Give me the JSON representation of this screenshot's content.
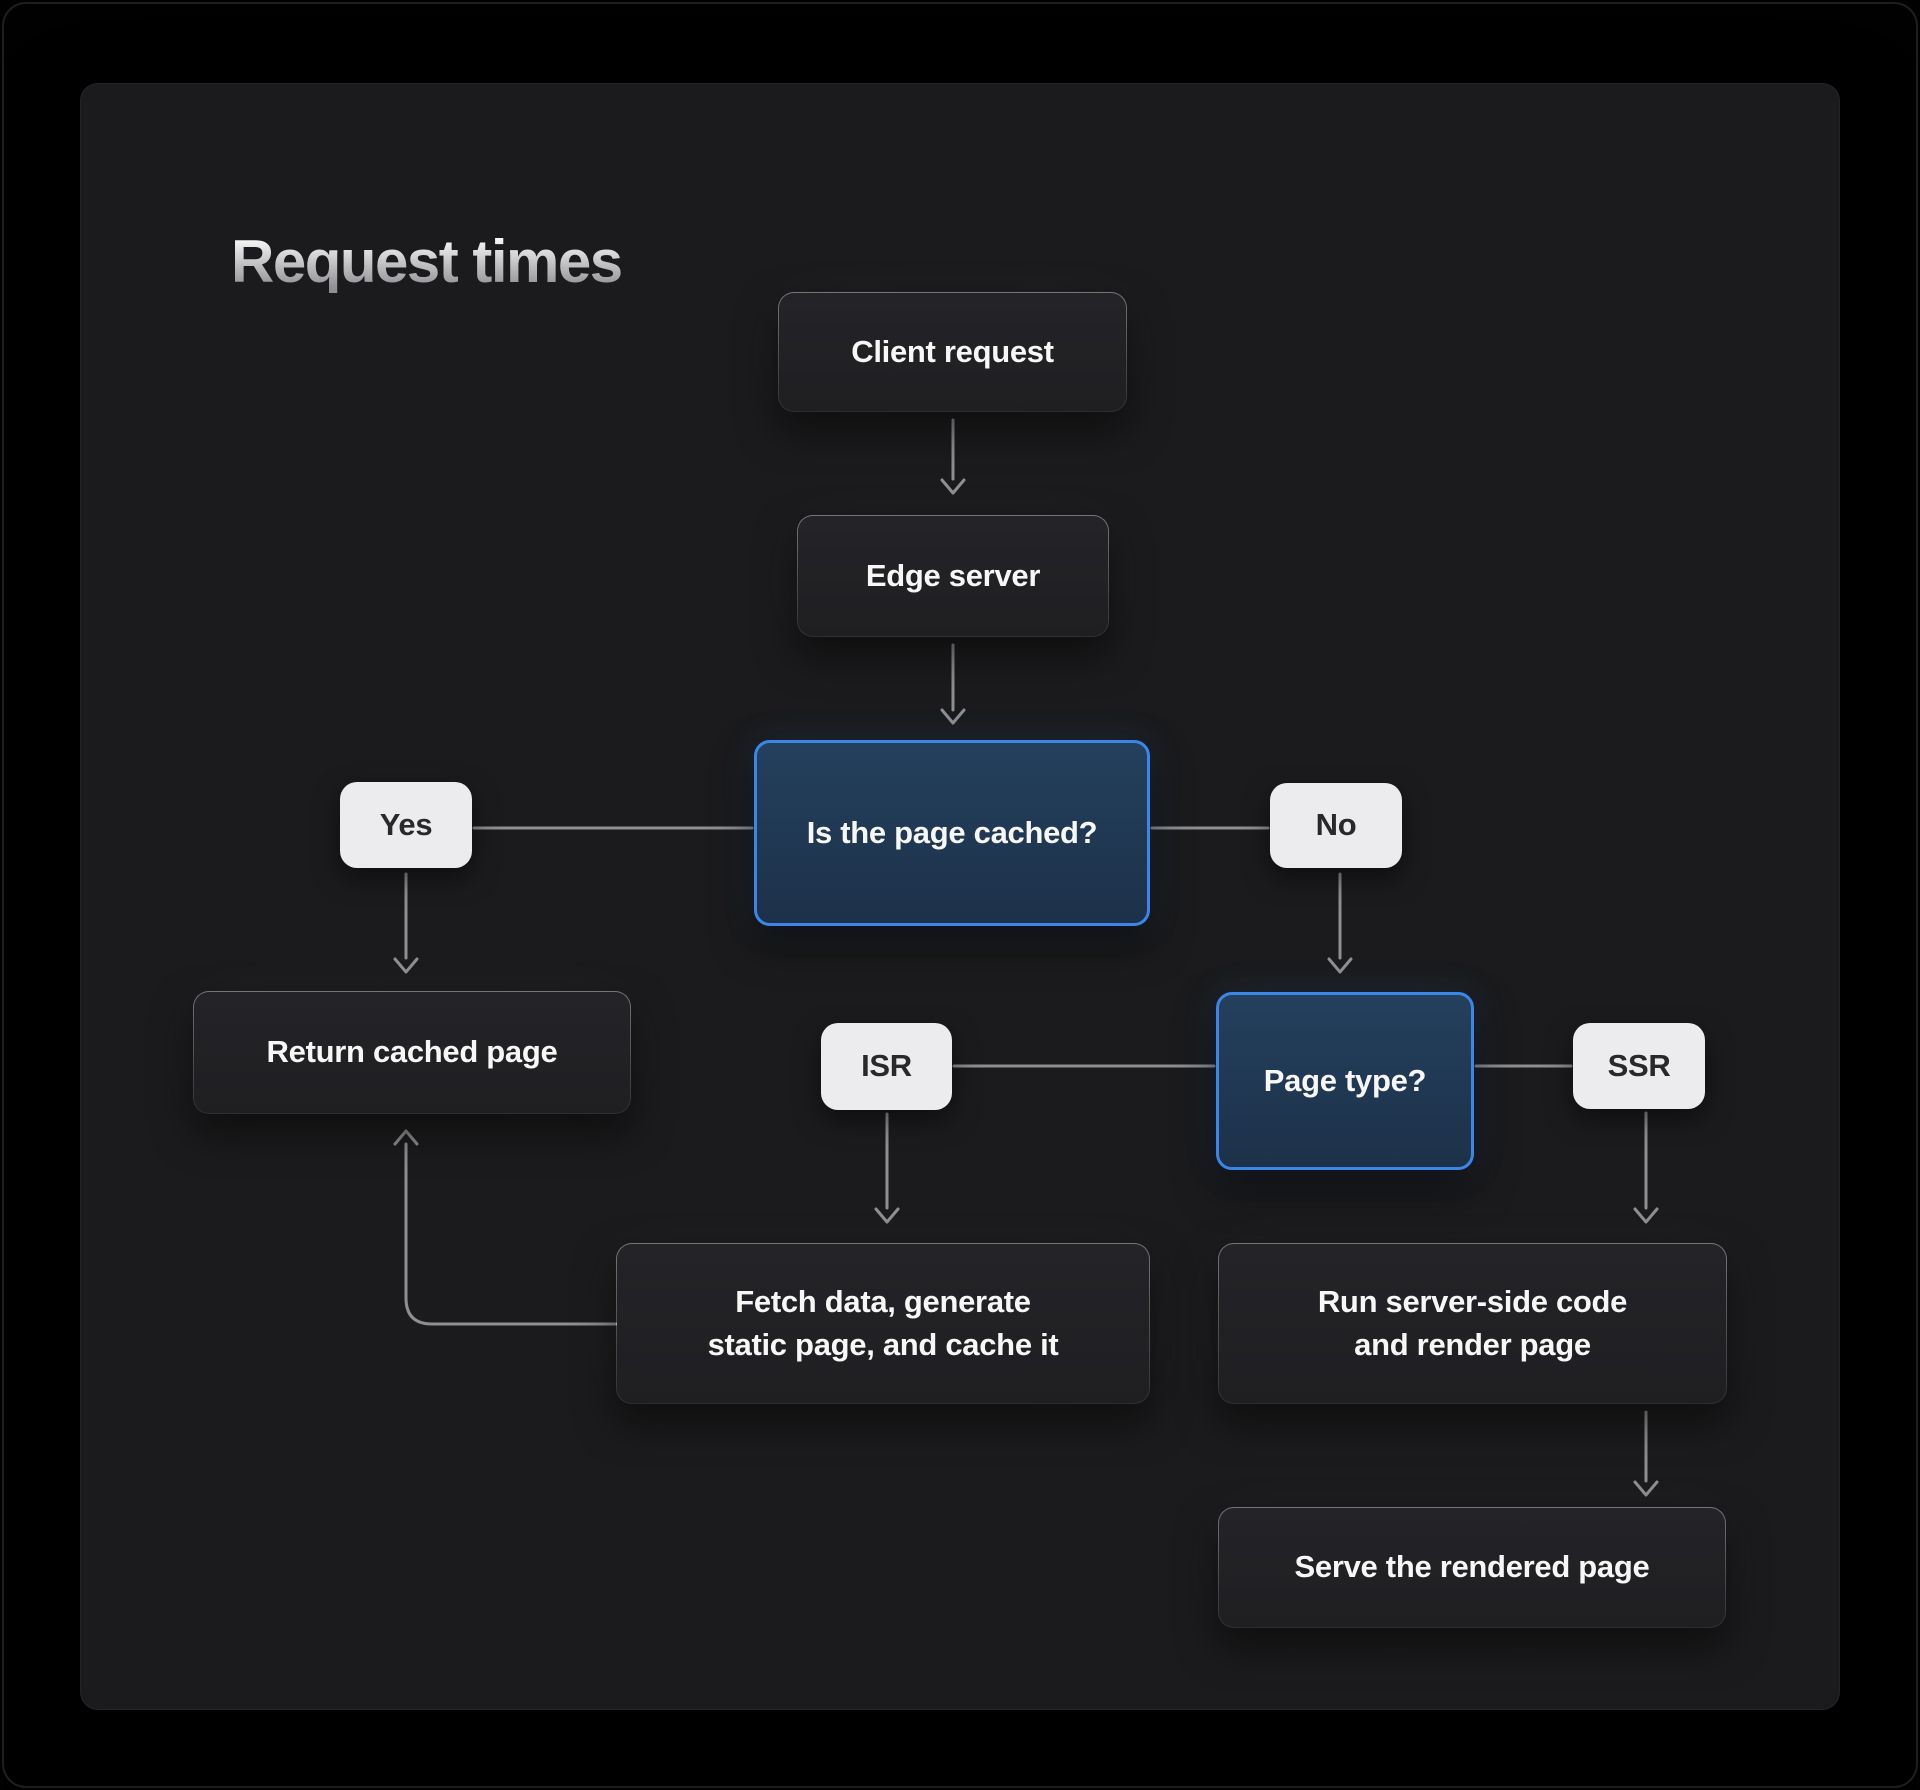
{
  "title": "Request times",
  "colors": {
    "background": "#000000",
    "panel": "#1b1b1d",
    "node_fill": "#212124",
    "node_text": "#f7f7f8",
    "accent_blue_border": "#3c86e8",
    "blue_node_fill": "#1f3550",
    "label_fill": "#ececee",
    "label_text": "#29292c",
    "connector": "#8f8f93"
  },
  "nodes": {
    "client": {
      "label": "Client request"
    },
    "edge": {
      "label": "Edge server"
    },
    "cached": {
      "label": "Is the page cached?"
    },
    "yes": {
      "label": "Yes"
    },
    "no": {
      "label": "No"
    },
    "return": {
      "label": "Return cached page"
    },
    "page_type": {
      "label": "Page type?"
    },
    "isr": {
      "label": "ISR"
    },
    "ssr": {
      "label": "SSR"
    },
    "fetch": {
      "lines": [
        "Fetch data, generate",
        "static page, and cache it"
      ]
    },
    "run": {
      "lines": [
        "Run server-side code",
        "and render page"
      ]
    },
    "serve": {
      "label": "Serve the rendered page"
    }
  },
  "flow": [
    {
      "from": "Client request",
      "to": "Edge server"
    },
    {
      "from": "Edge server",
      "to": "Is the page cached?"
    },
    {
      "from": "Is the page cached?",
      "branch": "Yes",
      "to": "Return cached page"
    },
    {
      "from": "Is the page cached?",
      "branch": "No",
      "to": "Page type?"
    },
    {
      "from": "Page type?",
      "branch": "ISR",
      "to": "Fetch data, generate static page, and cache it"
    },
    {
      "from": "Page type?",
      "branch": "SSR",
      "to": "Run server-side code and render page"
    },
    {
      "from": "Fetch data, generate static page, and cache it",
      "to": "Return cached page"
    },
    {
      "from": "Run server-side code and render page",
      "to": "Serve the rendered page"
    }
  ]
}
